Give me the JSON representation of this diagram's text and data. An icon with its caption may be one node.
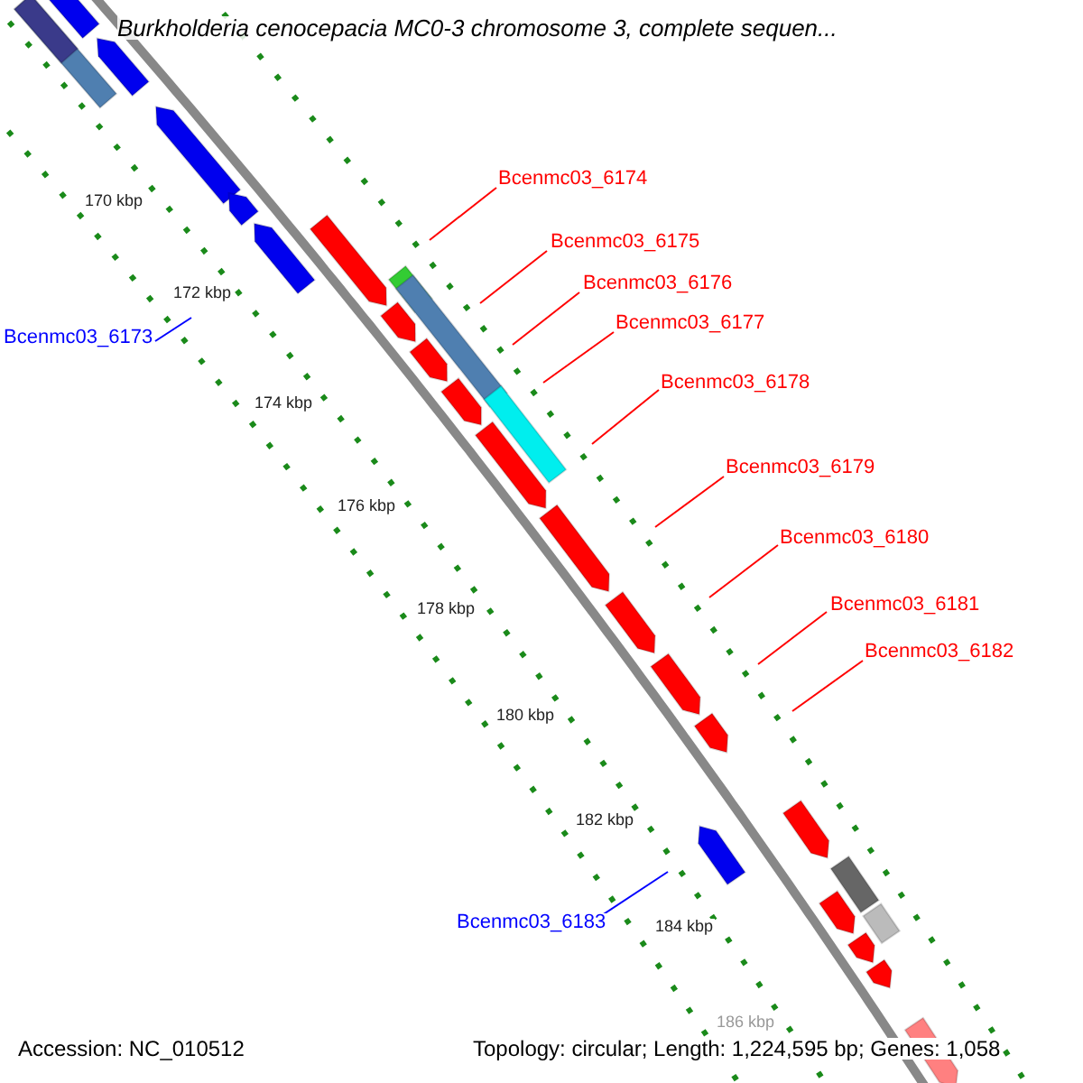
{
  "diagram": {
    "title": "Burkholderia cenocepacia MC0-3 chromosome 3, complete sequen...",
    "nodes": [
      {
        "text": [
          "Bcenmc03_6174"
        ]
      },
      {
        "text": [
          "Bcenmc03_6175"
        ]
      },
      {
        "text": [
          "Bcenmc03_6176"
        ]
      },
      {
        "text": [
          "Bcenmc03_6177"
        ]
      },
      {
        "text": [
          "Bcenmc03_6178"
        ]
      },
      {
        "text": [
          "Bcenmc03_6179"
        ]
      },
      {
        "text": [
          "Bcenmc03_6180"
        ]
      },
      {
        "text": [
          "Bcenmc03_6181"
        ]
      },
      {
        "text": [
          "Bcenmc03_6182"
        ]
      },
      {
        "text": [
          "Bcenmc03_6173"
        ]
      },
      {
        "text": [
          "Bcenmc03_6183"
        ]
      }
    ],
    "edges": [
      {
        "from": 0,
        "to": null,
        "arrow": "none"
      },
      {
        "from": 1,
        "to": null,
        "arrow": "none"
      },
      {
        "from": 2,
        "to": null,
        "arrow": "none"
      },
      {
        "from": 3,
        "to": null,
        "arrow": "none"
      },
      {
        "from": 4,
        "to": null,
        "arrow": "none"
      },
      {
        "from": 5,
        "to": null,
        "arrow": "none"
      },
      {
        "from": 6,
        "to": null,
        "arrow": "none"
      },
      {
        "from": 7,
        "to": null,
        "arrow": "none"
      },
      {
        "from": 8,
        "to": null,
        "arrow": "none"
      },
      {
        "from": 9,
        "to": null,
        "arrow": "none",
        "color": "#0000ff"
      },
      {
        "from": 10,
        "to": null,
        "arrow": "none",
        "color": "#0000ff"
      }
    ],
    "labels": [
      "170 kbp",
      "172 kbp",
      "174 kbp",
      "176 kbp",
      "178 kbp",
      "180 kbp",
      "182 kbp",
      "184 kbp",
      "186 kbp",
      "Accession: NC_010512",
      "Topology: circular; Length: 1,224,595 bp; Genes: 1,058"
    ]
  }
}
